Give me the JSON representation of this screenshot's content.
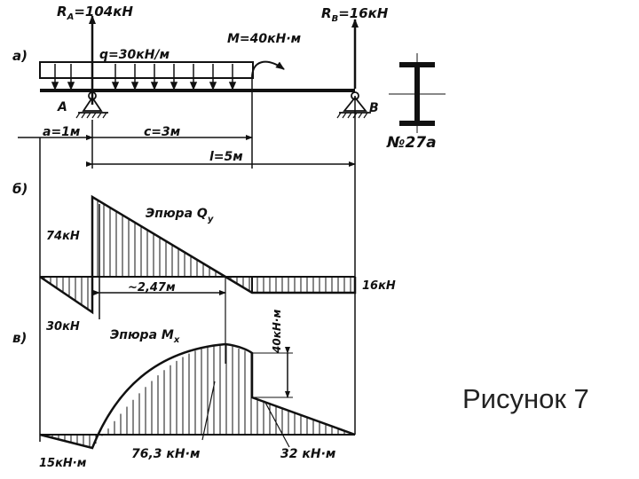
{
  "caption": "Рисунок 7",
  "labels": {
    "part_a": "а)",
    "part_b": "б)",
    "part_c": "в)",
    "reaction_a": "R",
    "reaction_a_sub": "А",
    "reaction_a_value": "=104кН",
    "reaction_b": "R",
    "reaction_b_sub": "В",
    "reaction_b_value": "=16кН",
    "load_q": "q=30кН/м",
    "moment_m": "М=40кН·м",
    "support_a": "А",
    "support_b": "В",
    "profile": "№27а",
    "dim_a": "а=1м",
    "dim_c": "с=3м",
    "dim_l": "l=5м",
    "shear_title": "Эпюра Q",
    "shear_sub": "у",
    "shear_74": "74кН",
    "shear_30": "30кН",
    "shear_16": "16кН",
    "dist_247": "~2,47м",
    "moment_title": "Эпюра M",
    "moment_sub": "x",
    "moment_40": "40кН·м",
    "moment_15": "15кН·м",
    "moment_763": "76,3 кН·м",
    "moment_32": "32 кН·м"
  },
  "colors": {
    "ink": "#111111",
    "caption": "#222222",
    "background": "#ffffff"
  }
}
